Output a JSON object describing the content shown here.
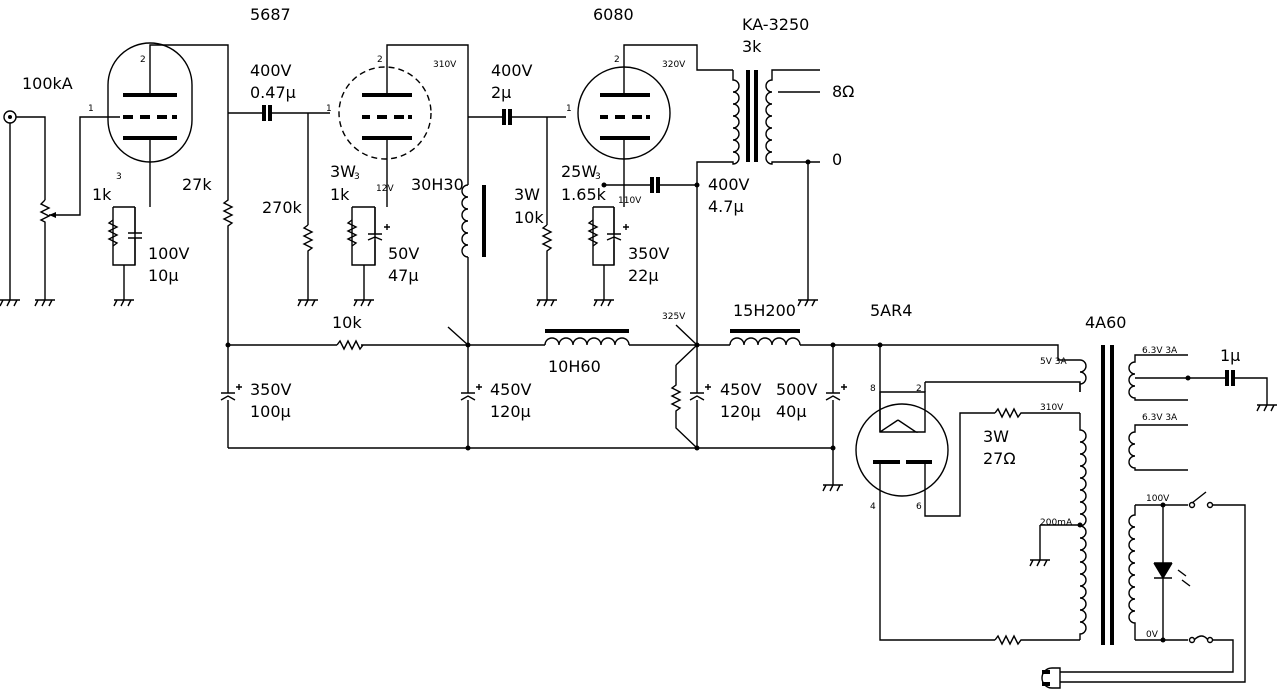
{
  "tubes": {
    "v1": "5687",
    "v2": "6080",
    "rectifier": "5AR4",
    "pins": {
      "grid": "1",
      "plate": "2",
      "cathode": "3",
      "rect_p8": "8",
      "rect_p2": "2",
      "rect_p4": "4",
      "rect_p6": "6"
    }
  },
  "input": {
    "volume": "100kA",
    "rk1": "1k",
    "ck1_v": "100V",
    "ck1_c": "10μ"
  },
  "stage1": {
    "rl1": "27k",
    "cc1_v": "400V",
    "cc1_c": "0.47μ",
    "rg2": "270k",
    "rk2_w": "3W",
    "rk2": "1k",
    "vk2": "12V",
    "ck2_v": "50V",
    "ck2_c": "47μ",
    "vp2": "310V",
    "choke1": "30H30"
  },
  "stage2": {
    "cc2_v": "400V",
    "cc2_c": "2μ",
    "rg3_w": "3W",
    "rg3": "10k",
    "rk3_w": "25W",
    "rk3": "1.65k",
    "vk3": "110V",
    "ck3_v": "350V",
    "ck3_c": "22μ",
    "vp3": "320V",
    "cfb_v": "400V",
    "cfb_c": "4.7μ"
  },
  "output_transformer": {
    "model": "KA-3250",
    "impedance": "3k",
    "tap_8": "8Ω",
    "tap_0": "0"
  },
  "power_supply": {
    "r_drop": "10k",
    "c1_v": "350V",
    "c1_c": "100μ",
    "choke2": "10H60",
    "c2_v": "450V",
    "c2_c": "120μ",
    "v_node": "325V",
    "c3_v": "450V",
    "c3_c": "120μ",
    "choke3": "15H200",
    "c4_v": "500V",
    "c4_c": "40μ",
    "power_tx": "4A60",
    "w_5v": "5V 3A",
    "w_63a": "6.3V 3A",
    "w_63b": "6.3V 3A",
    "hv": "310V",
    "ct": "200mA",
    "pri_100": "100V",
    "pri_0": "0V",
    "r_rect_w": "3W",
    "r_rect": "27Ω",
    "c_heater": "1μ"
  }
}
